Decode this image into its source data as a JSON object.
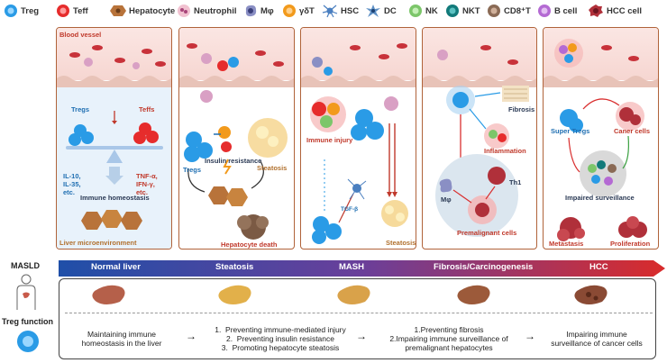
{
  "legend": [
    {
      "label": "Treg",
      "color": "#2a9be6"
    },
    {
      "label": "Teff",
      "color": "#e62c2c"
    },
    {
      "label": "Hepatocyte",
      "color": "#b8733a"
    },
    {
      "label": "Neutrophil",
      "color": "#e7a2b8"
    },
    {
      "label": "Mφ",
      "color": "#8a8fc4"
    },
    {
      "label": "γδT",
      "color": "#f29a1c"
    },
    {
      "label": "HSC",
      "color": "#4a7fc0"
    },
    {
      "label": "DC",
      "color": "#5d8fc4"
    },
    {
      "label": "NK",
      "color": "#7cc66a"
    },
    {
      "label": "NKT",
      "color": "#127a7a"
    },
    {
      "label": "CD8⁺T",
      "color": "#8a6a55"
    },
    {
      "label": "B cell",
      "color": "#b46ad3"
    },
    {
      "label": "HCC cell",
      "color": "#b0303a"
    }
  ],
  "panel1": {
    "blood_vessel": "Blood vessel",
    "tregs": "Tregs",
    "teffs": "Teffs",
    "il": "IL-10,\nIL-35,\netc.",
    "tnf": "TNF-α,\nIFN-γ,\netc.",
    "homeostasis": "Immune homeostasis",
    "microenv": "Liver microenvironment"
  },
  "panel2": {
    "tregs": "Tregs",
    "insulin": "Insulin resistance",
    "steatosis": "Steatosis",
    "death": "Hepatocyte death"
  },
  "panel3": {
    "injury": "Immune injury",
    "tgf": "TGF-β",
    "steatosis": "Steatosis"
  },
  "panel4": {
    "fibrosis": "Fibrosis",
    "inflammation": "Inflammation",
    "th1": "Th1",
    "mphi": "Mφ",
    "premalignant": "Premalignant cells"
  },
  "panel5": {
    "super_tregs": "Super Tregs",
    "caner": "Caner cells",
    "impaired": "Impaired surveillance",
    "metastasis": "Metastasis",
    "proliferation": "Proliferation"
  },
  "timeline": {
    "stages": [
      "Normal liver",
      "Steatosis",
      "MASH",
      "Fibrosis/Carcinogenesis",
      "HCC"
    ]
  },
  "side": {
    "masld": "MASLD",
    "treg_function": "Treg function"
  },
  "functions": {
    "f1": "Maintaining immune\nhomeostasis in the liver",
    "f2": "1.  Preventing immune-mediated injury\n2.  Preventing insulin resistance\n3.  Promoting hepatocyte steatosis",
    "f3": "1.Preventing fibrosis\n2.Impairing immune surveillance of\npremalignant hepatocytes",
    "f4": "Impairing immune\nsurveillance of cancer cells"
  },
  "colors": {
    "panel_border": "#b0633a",
    "treg": "#2a9be6",
    "teff": "#e62c2c",
    "timeline_start": "#1f4fa8",
    "timeline_end": "#d92b2b"
  }
}
